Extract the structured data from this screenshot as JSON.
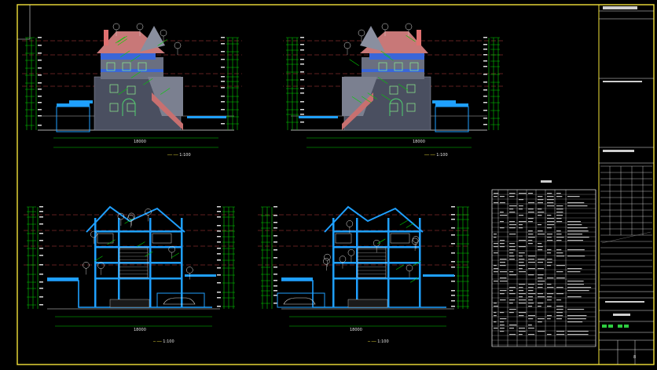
{
  "colors": {
    "background": "#000000",
    "frame": "#f2e23a",
    "grid": "#00d000",
    "structure": "#1fa0ff",
    "level_line": "#c04040",
    "roof": "#c87878",
    "text": "#e8e8e8"
  },
  "views": [
    {
      "id": "elev-south",
      "caption": "1:100"
    },
    {
      "id": "elev-north",
      "caption": "1:100"
    },
    {
      "id": "section-1",
      "caption": "1:100"
    },
    {
      "id": "section-2",
      "caption": "1:100"
    }
  ],
  "dimension_totals": [
    "18000",
    "18000",
    "18000",
    "18000"
  ],
  "drawing_number": "8"
}
